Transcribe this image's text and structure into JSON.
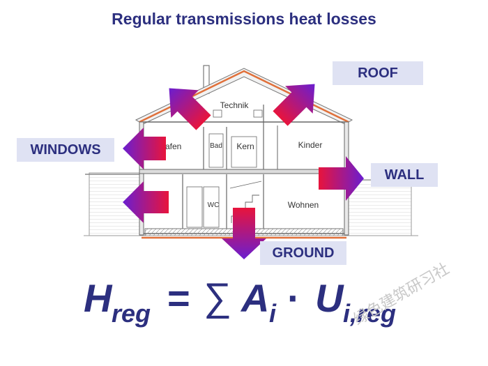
{
  "title": "Regular transmissions heat losses",
  "labels": {
    "roof": "ROOF",
    "windows": "WINDOWS",
    "wall": "WALL",
    "ground": "GROUND"
  },
  "rooms": {
    "technik": "Technik",
    "schlafen": "hlafen",
    "bad": "Bad",
    "kern": "Kern",
    "kinder": "Kinder",
    "wc": "WC",
    "wohnen": "Wohnen"
  },
  "formula": {
    "h": "H",
    "h_sub": "reg",
    "equals": "=",
    "sum": "∑",
    "a": "A",
    "a_sub": "i",
    "dot": "·",
    "u": "U",
    "u_sub": "i,reg"
  },
  "watermark": "绿色建筑研习社",
  "colors": {
    "title_text": "#2c2f7f",
    "label_background": "#dfe2f3",
    "arrow_start": "#e8143c",
    "arrow_end": "#6a1ed0",
    "roof_line": "#e0703a"
  }
}
